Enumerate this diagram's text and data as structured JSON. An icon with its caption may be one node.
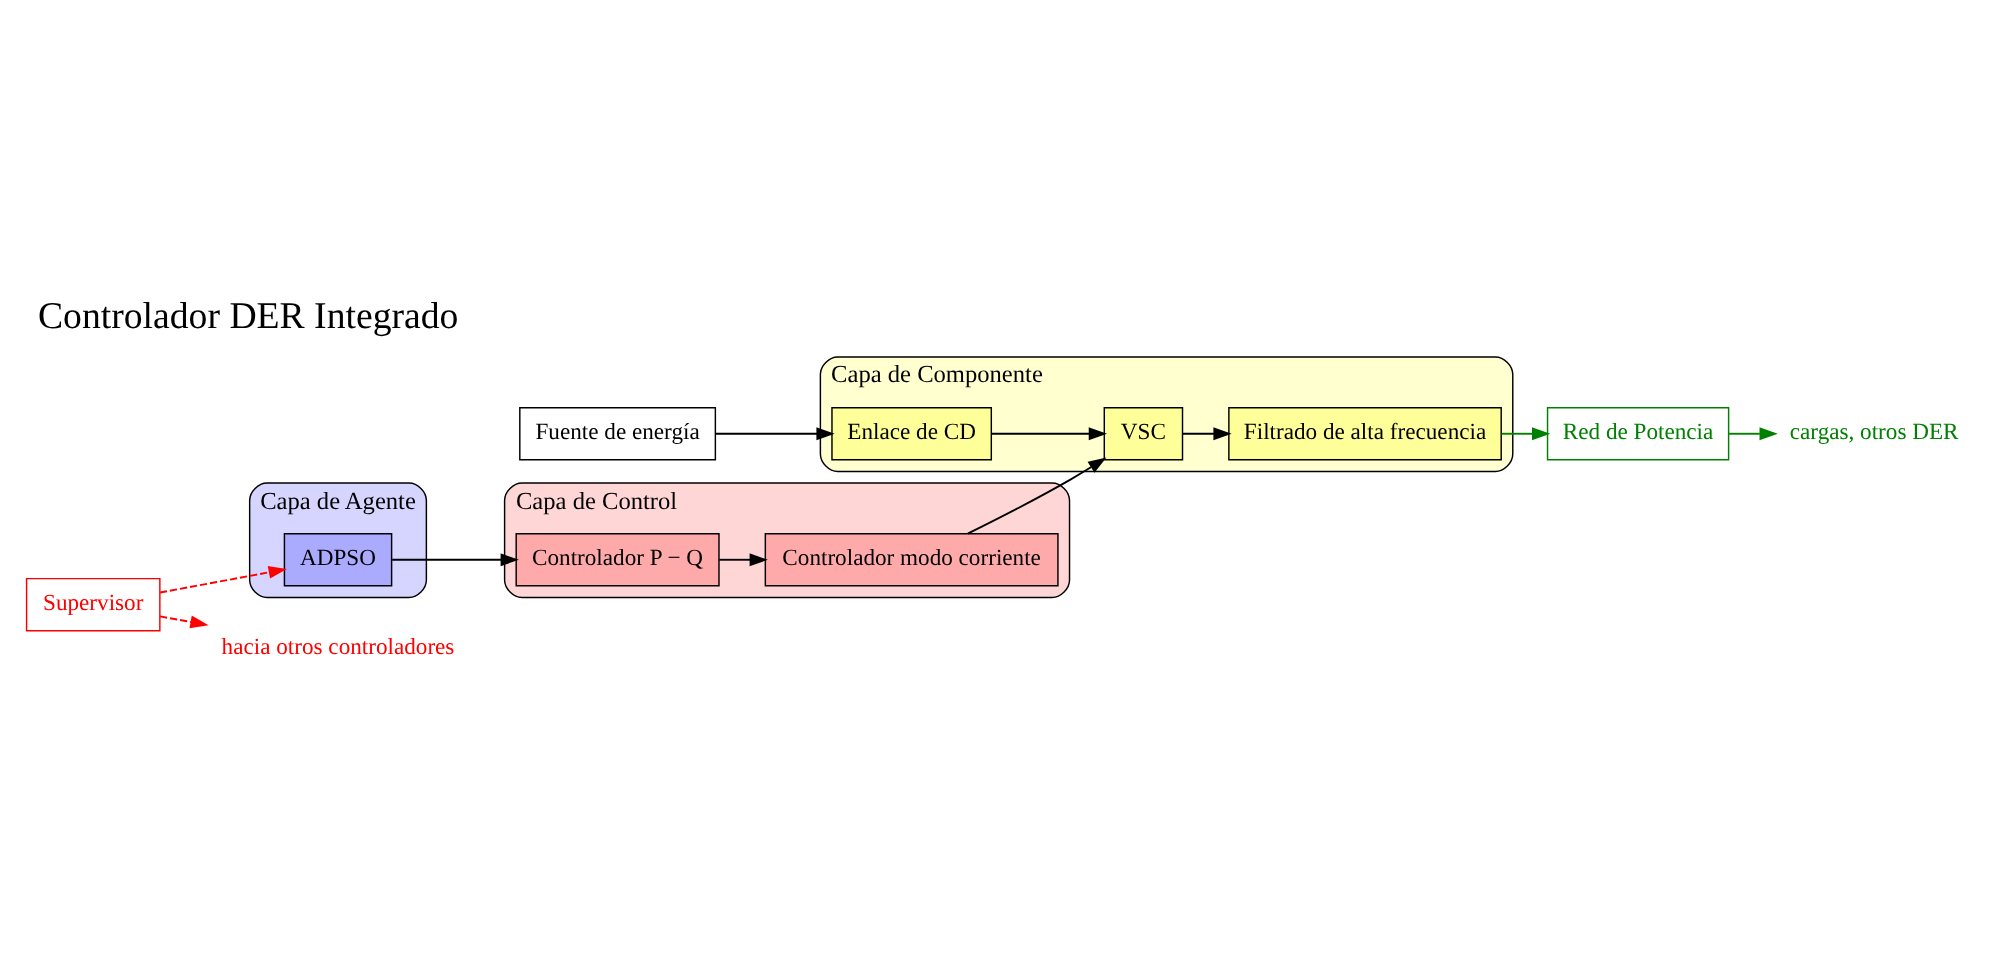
{
  "diagram": {
    "title": "Controlador DER Integrado",
    "nodes": [
      {
        "text": [
          "Fuente de energía"
        ]
      },
      {
        "text": [
          "Capa de Agente"
        ]
      },
      {
        "text": [
          "Capa de Control"
        ]
      },
      {
        "text": [
          "Capa de Componente"
        ]
      },
      {
        "text": [
          "Supervisor"
        ]
      },
      {
        "text": [
          "ADPSO"
        ],
        "in": 1
      },
      {
        "text": [
          "Controlador P − Q"
        ],
        "in": 2
      },
      {
        "text": [
          "Controlador modo corriente"
        ],
        "in": 2
      },
      {
        "text": [
          "Enlace de CD"
        ],
        "in": 3
      },
      {
        "text": [
          "VSC"
        ],
        "in": 3
      },
      {
        "text": [
          "Filtrado de alta frecuencia"
        ],
        "in": 3
      },
      {
        "text": [
          "Red de Potencia"
        ]
      },
      {
        "text": [
          "hacia otros controladores"
        ]
      },
      {
        "text": [
          "cargas, otros DER"
        ]
      }
    ],
    "edges": [
      {
        "from": 0,
        "to": 8,
        "arrow": "to"
      },
      {
        "from": 4,
        "to": 12,
        "arrow": "to",
        "style": "dashed",
        "color": "#ff0000"
      },
      {
        "from": 4,
        "to": 5,
        "arrow": "to",
        "style": "dashed",
        "color": "#ff0000"
      },
      {
        "from": 5,
        "to": 6,
        "arrow": "to"
      },
      {
        "from": 6,
        "to": 7,
        "arrow": "to"
      },
      {
        "from": 7,
        "to": 9,
        "arrow": "to"
      },
      {
        "from": 8,
        "to": 9,
        "arrow": "to"
      },
      {
        "from": 9,
        "to": 10,
        "arrow": "to"
      },
      {
        "from": 10,
        "to": 11,
        "arrow": "to",
        "color": "#008000"
      },
      {
        "from": 11,
        "to": 13,
        "arrow": "to",
        "color": "#008000"
      }
    ]
  }
}
